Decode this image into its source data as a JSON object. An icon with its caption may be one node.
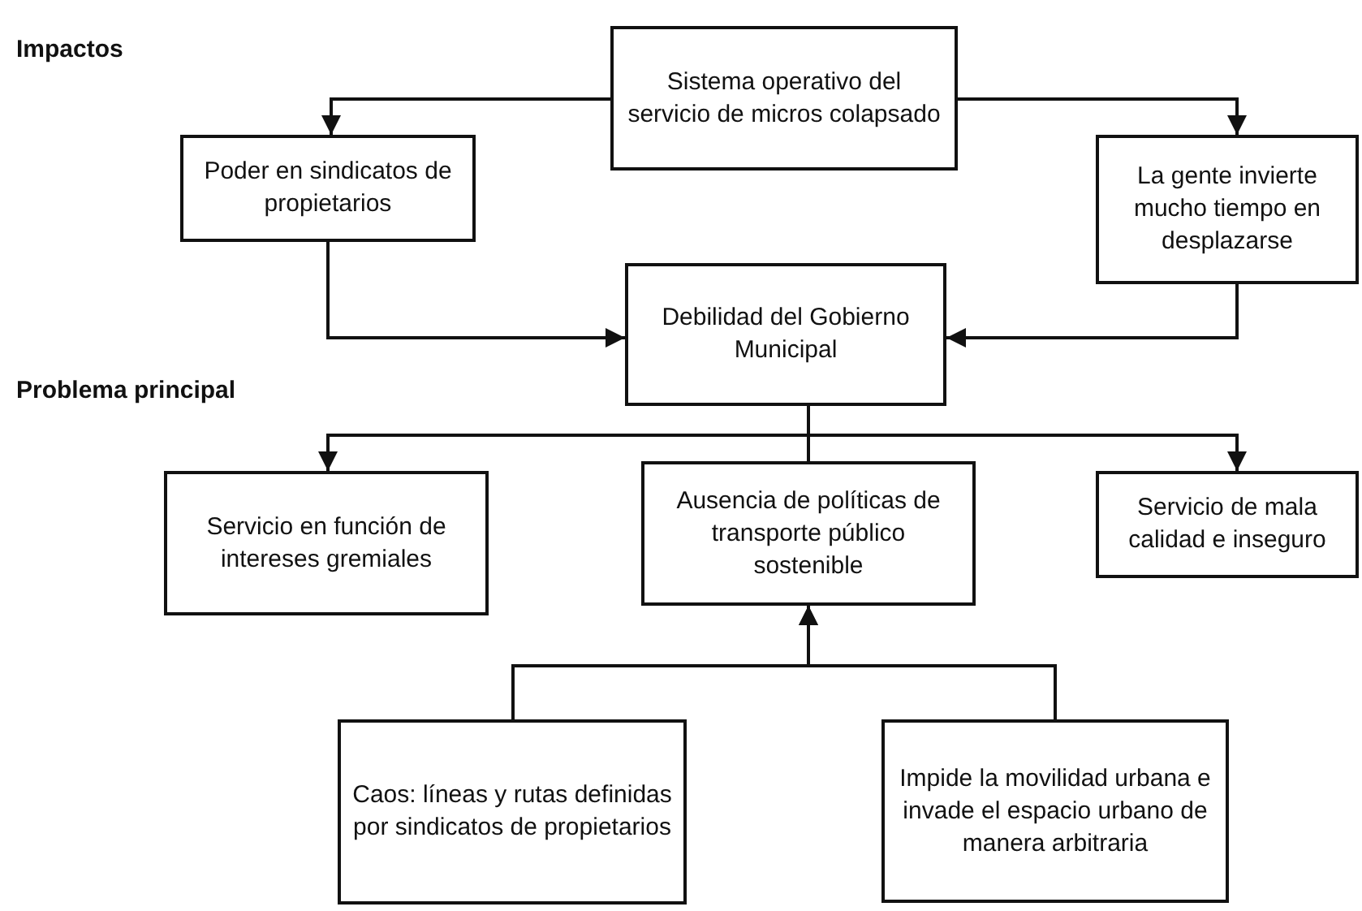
{
  "diagram": {
    "nodes": [
      {
        "text": [
          "Sistema operativo del servicio de micros colapsado"
        ]
      },
      {
        "text": [
          "Poder en sindicatos de propietarios"
        ]
      },
      {
        "text": [
          "La gente invierte mucho tiempo en desplazarse"
        ]
      },
      {
        "text": [
          "Debilidad del Gobierno Municipal"
        ]
      },
      {
        "text": [
          "Servicio en función de intereses gremiales"
        ]
      },
      {
        "text": [
          "Ausencia de políticas de transporte público sostenible"
        ]
      },
      {
        "text": [
          "Servicio de mala calidad e inseguro"
        ]
      },
      {
        "text": [
          "Caos: líneas y rutas definidas por sindicatos de propietarios"
        ]
      },
      {
        "text": [
          "Impide la movilidad urbana e invade el espacio urbano de manera arbitraria"
        ]
      }
    ],
    "edges": [
      {
        "from": 0,
        "to": 1,
        "arrow": "to"
      },
      {
        "from": 0,
        "to": 2,
        "arrow": "to"
      },
      {
        "from": 1,
        "to": 3,
        "arrow": "to"
      },
      {
        "from": 2,
        "to": 3,
        "arrow": "to"
      },
      {
        "from": 3,
        "to": 4,
        "arrow": "to"
      },
      {
        "from": 3,
        "to": 5,
        "arrow": "none"
      },
      {
        "from": 3,
        "to": 6,
        "arrow": "to"
      },
      {
        "from": 7,
        "to": 5,
        "arrow": "to"
      },
      {
        "from": 8,
        "to": 5,
        "arrow": "to"
      }
    ],
    "labels": [
      "Impactos",
      "Problema principal"
    ]
  }
}
